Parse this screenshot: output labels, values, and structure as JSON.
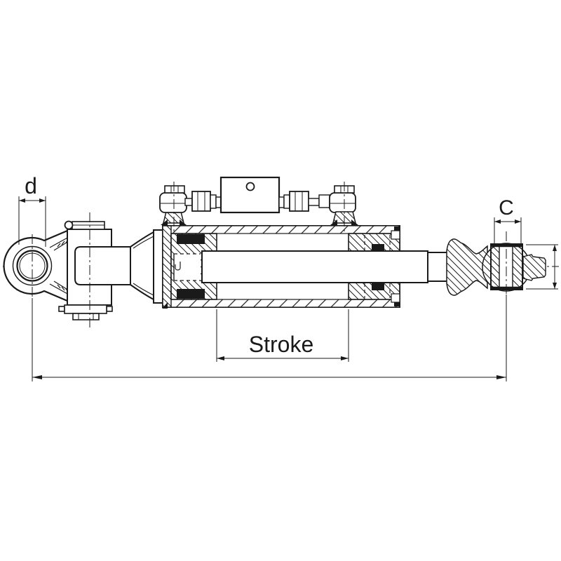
{
  "figure": {
    "description": "Cross-section technical line drawing of a hydraulic top link cylinder: clevis fork end with eye on the left, sectioned cylinder barrel with piston and rod in the middle, external hose line with central valve block on top, and a ball joint end on the right.",
    "labels": {
      "clevis_pin_diameter": "d",
      "ball_end_dimension": "C",
      "stroke": "Stroke"
    },
    "colors": {
      "line": "#1a1a1a",
      "background": "#ffffff",
      "seal_fill": "#1a1a1a"
    }
  }
}
